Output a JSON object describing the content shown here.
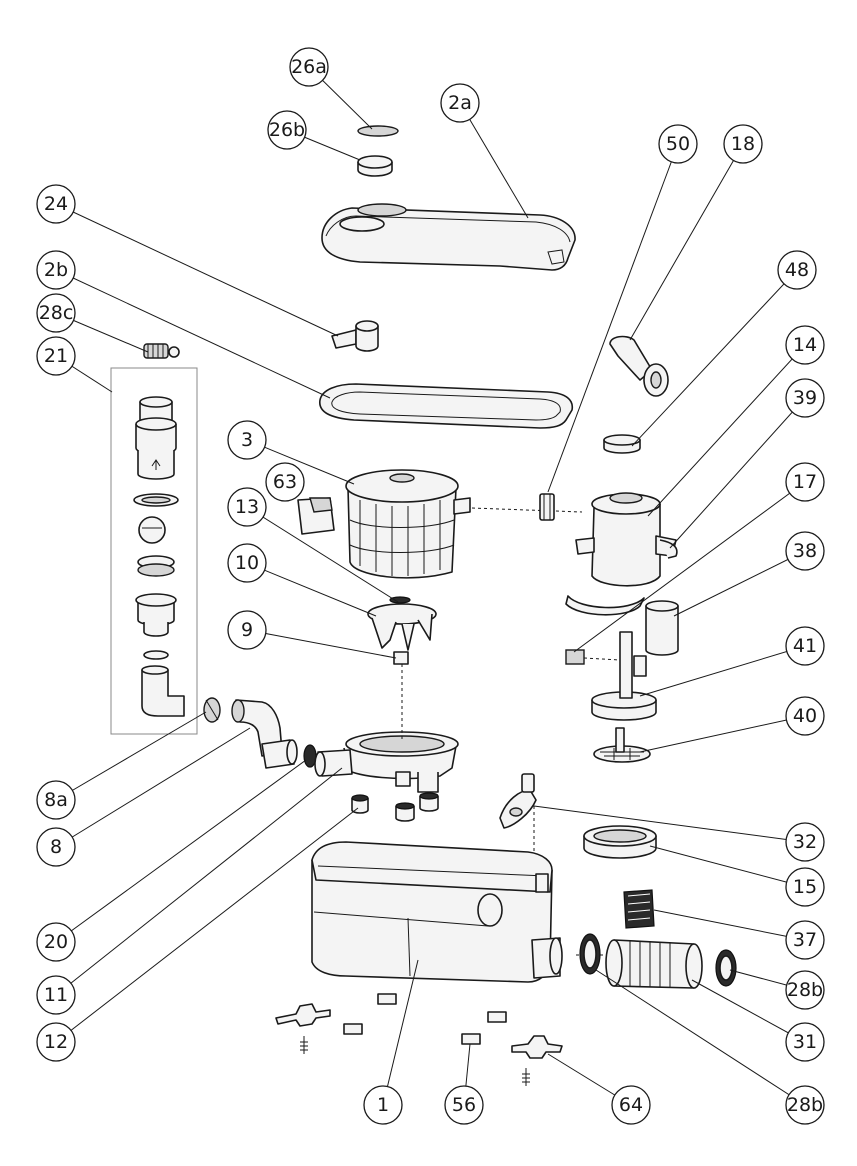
{
  "callouts": [
    {
      "id": "26a",
      "label": "26a"
    },
    {
      "id": "26b",
      "label": "26b"
    },
    {
      "id": "2a",
      "label": "2a"
    },
    {
      "id": "50",
      "label": "50"
    },
    {
      "id": "18",
      "label": "18"
    },
    {
      "id": "24",
      "label": "24"
    },
    {
      "id": "2b",
      "label": "2b"
    },
    {
      "id": "48",
      "label": "48"
    },
    {
      "id": "28c",
      "label": "28c"
    },
    {
      "id": "21",
      "label": "21"
    },
    {
      "id": "14",
      "label": "14"
    },
    {
      "id": "39",
      "label": "39"
    },
    {
      "id": "3",
      "label": "3"
    },
    {
      "id": "63",
      "label": "63"
    },
    {
      "id": "17",
      "label": "17"
    },
    {
      "id": "13",
      "label": "13"
    },
    {
      "id": "38",
      "label": "38"
    },
    {
      "id": "10",
      "label": "10"
    },
    {
      "id": "9",
      "label": "9"
    },
    {
      "id": "41",
      "label": "41"
    },
    {
      "id": "40",
      "label": "40"
    },
    {
      "id": "8a",
      "label": "8a"
    },
    {
      "id": "32",
      "label": "32"
    },
    {
      "id": "8",
      "label": "8"
    },
    {
      "id": "15",
      "label": "15"
    },
    {
      "id": "37",
      "label": "37"
    },
    {
      "id": "20",
      "label": "20"
    },
    {
      "id": "28b-right",
      "label": "28b"
    },
    {
      "id": "11",
      "label": "11"
    },
    {
      "id": "31",
      "label": "31"
    },
    {
      "id": "12",
      "label": "12"
    },
    {
      "id": "1",
      "label": "1"
    },
    {
      "id": "56",
      "label": "56"
    },
    {
      "id": "64",
      "label": "64"
    },
    {
      "id": "28b-bottom",
      "label": "28b"
    }
  ]
}
